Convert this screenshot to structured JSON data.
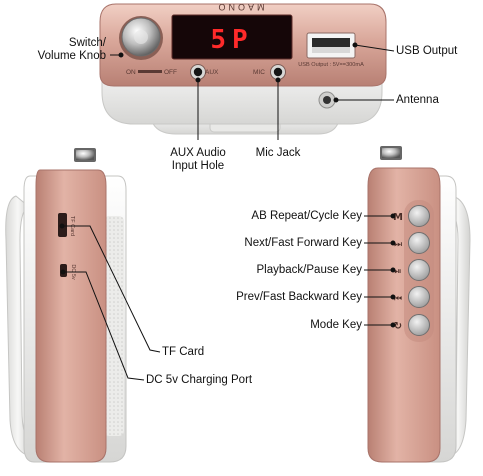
{
  "device": {
    "brand": "MAONO",
    "display_text": "5P",
    "on_label": "ON",
    "off_label": "OFF",
    "aux_port_label": "AUX",
    "mic_port_label": "MIC",
    "usb_output_spec": "USB Output : 5V==300mA",
    "tf_slot_label": "TF Card",
    "dc_port_label": "DC 5v"
  },
  "callouts": {
    "switch_volume_line1": "Switch/",
    "switch_volume_line2": "Volume Knob",
    "usb_output": "USB Output",
    "antenna": "Antenna",
    "aux_line1": "AUX Audio",
    "aux_line2": "Input Hole",
    "mic_jack": "Mic Jack",
    "tf_card": "TF Card",
    "dc_charging": "DC 5v Charging Port",
    "ab_repeat": "AB Repeat/Cycle Key",
    "next": "Next/Fast Forward Key",
    "playback": "Playback/Pause Key",
    "prev": "Prev/Fast Backward Key",
    "mode": "Mode Key"
  },
  "key_icons": {
    "ab_repeat": "M",
    "next": "⏭",
    "playback": "⏯",
    "prev": "⏮",
    "mode": "↻"
  },
  "colors": {
    "rose_gold": "#d9a79a",
    "rose_gold_dark": "#b98073",
    "white_body": "#f1f1ef",
    "led_red": "#ff2a2a",
    "display_bg": "#150608"
  }
}
